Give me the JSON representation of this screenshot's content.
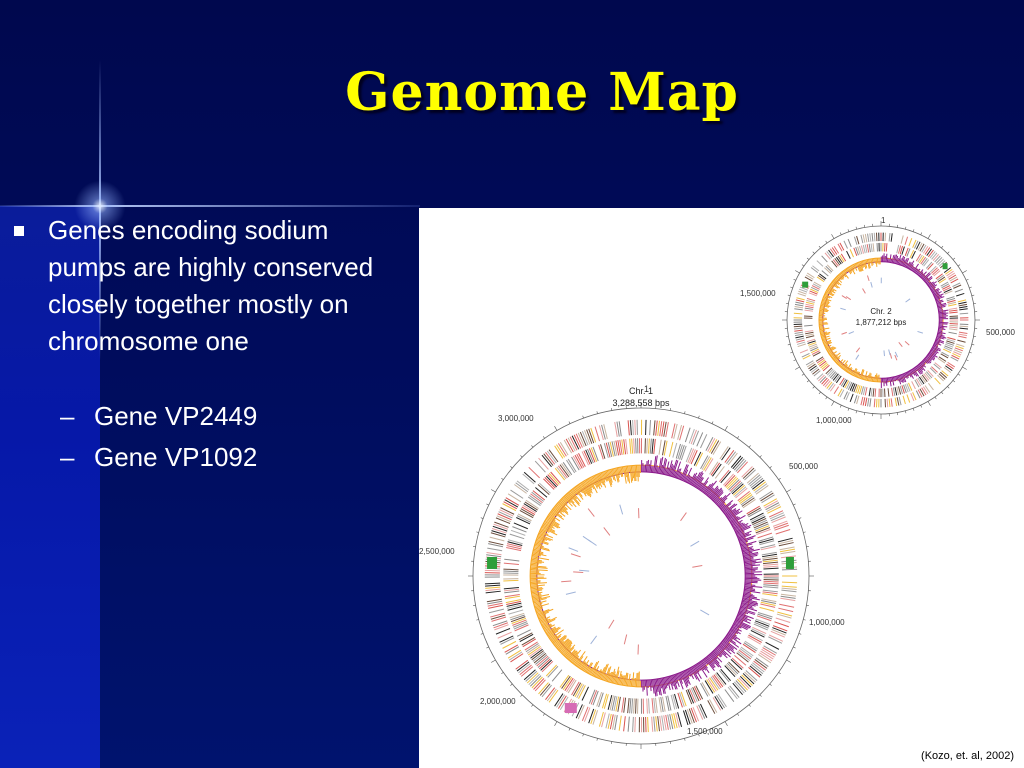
{
  "slide": {
    "title": "Genome Map",
    "bullets": [
      "Genes encoding sodium pumps are highly conserved closely together mostly on chromosome one"
    ],
    "sub_bullets": [
      "Gene VP2449",
      "Gene VP1092"
    ],
    "dash": "–",
    "citation": "(Kozo, et. al, 2002)"
  },
  "figure": {
    "chr1": {
      "name": "Chr. 1",
      "size": "3,288,558 bps",
      "ticks": [
        "1",
        "500,000",
        "1,000,000",
        "1,500,000",
        "2,000,000",
        "2,500,000",
        "3,000,000"
      ]
    },
    "chr2": {
      "name": "Chr. 2",
      "size": "1,877,212 bps",
      "ticks": [
        "1",
        "500,000",
        "1,000,000",
        "1,500,000"
      ]
    },
    "colors": {
      "background": "#000c5c",
      "title": "#ffff00",
      "gc_skew": "#f5a623",
      "gc_content": "#8b1a8b",
      "gene_highlight_green": "#2e9e3a",
      "gene_highlight_pink": "#d66bb5"
    }
  }
}
